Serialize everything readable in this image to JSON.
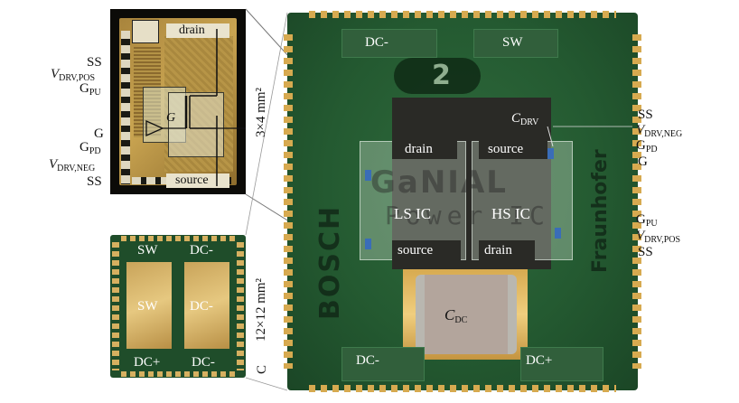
{
  "die": {
    "drain_label": "drain",
    "source_label": "source",
    "g_label": "G"
  },
  "left_pins": {
    "ss_top": "SS",
    "vdrv_pos_main": "V",
    "vdrv_pos_sub": "DRV,POS",
    "gpu_main": "G",
    "gpu_sub": "PU",
    "g": "G",
    "gpd_main": "G",
    "gpd_sub": "PD",
    "vdrv_neg_main": "V",
    "vdrv_neg_sub": "DRV,NEG",
    "ss_bottom": "SS"
  },
  "dims": {
    "die_size": "3×4 mm²",
    "module_size": "12×12 mm²"
  },
  "small_module": {
    "sw_top": "SW",
    "dcm_top": "DC-",
    "sw_center": "SW",
    "dcm_center": "DC-",
    "dcp_bottom": "DC+",
    "dcm_bottom": "DC-",
    "c_label": "C"
  },
  "module": {
    "dcm_top": "DC-",
    "sw_top": "SW",
    "drain_ls": "drain",
    "source_hs": "source",
    "ls_ic": "LS IC",
    "hs_ic": "HS IC",
    "source_ls": "source",
    "drain_hs": "drain",
    "cdc_main": "C",
    "cdc_sub": "DC",
    "dcm_bottom": "DC-",
    "dcp_bottom": "DC+",
    "cdrv_main": "C",
    "cdrv_sub": "DRV",
    "print_gan": "GaNIAL",
    "print_power": "Power IC",
    "print_bosch": "BOSCH",
    "print_fraunhofer": "Fraunhofer",
    "print_logo_num": "2"
  },
  "right_pins": {
    "ss_top": "SS",
    "vdrv_neg_main": "V",
    "vdrv_neg_sub": "DRV,NEG",
    "gpd_main": "G",
    "gpd_sub": "PD",
    "g": "G",
    "gpu_main": "G",
    "gpu_sub": "PU",
    "vdrv_pos_main": "V",
    "vdrv_pos_sub": "DRV,POS",
    "ss_bottom": "SS"
  },
  "colors": {
    "pcb_green": "#245a31",
    "gold": "#d7aa50",
    "capacitor": "#b3a59c"
  }
}
